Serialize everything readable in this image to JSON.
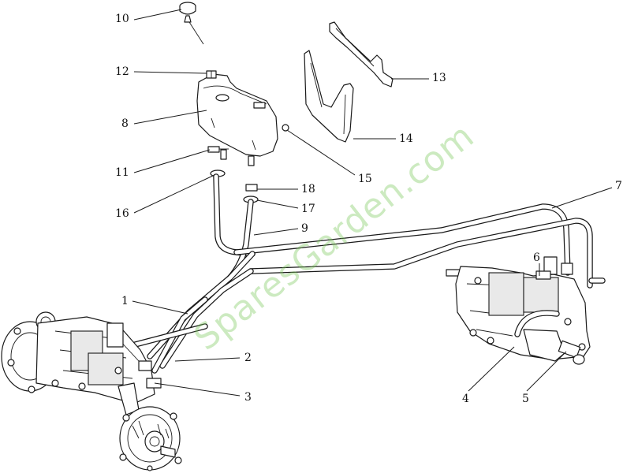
{
  "watermark": "SparesGarden.com",
  "callouts": [
    {
      "id": "c10",
      "text": "10"
    },
    {
      "id": "c12",
      "text": "12"
    },
    {
      "id": "c8",
      "text": "8"
    },
    {
      "id": "c11",
      "text": "11"
    },
    {
      "id": "c16",
      "text": "16"
    },
    {
      "id": "c13",
      "text": "13"
    },
    {
      "id": "c14",
      "text": "14"
    },
    {
      "id": "c15",
      "text": "15"
    },
    {
      "id": "c18",
      "text": "18"
    },
    {
      "id": "c17",
      "text": "17"
    },
    {
      "id": "c9",
      "text": "9"
    },
    {
      "id": "c7",
      "text": "7"
    },
    {
      "id": "c6",
      "text": "6"
    },
    {
      "id": "c1",
      "text": "1"
    },
    {
      "id": "c2",
      "text": "2"
    },
    {
      "id": "c3",
      "text": "3"
    },
    {
      "id": "c4",
      "text": "4"
    },
    {
      "id": "c5",
      "text": "5"
    }
  ]
}
